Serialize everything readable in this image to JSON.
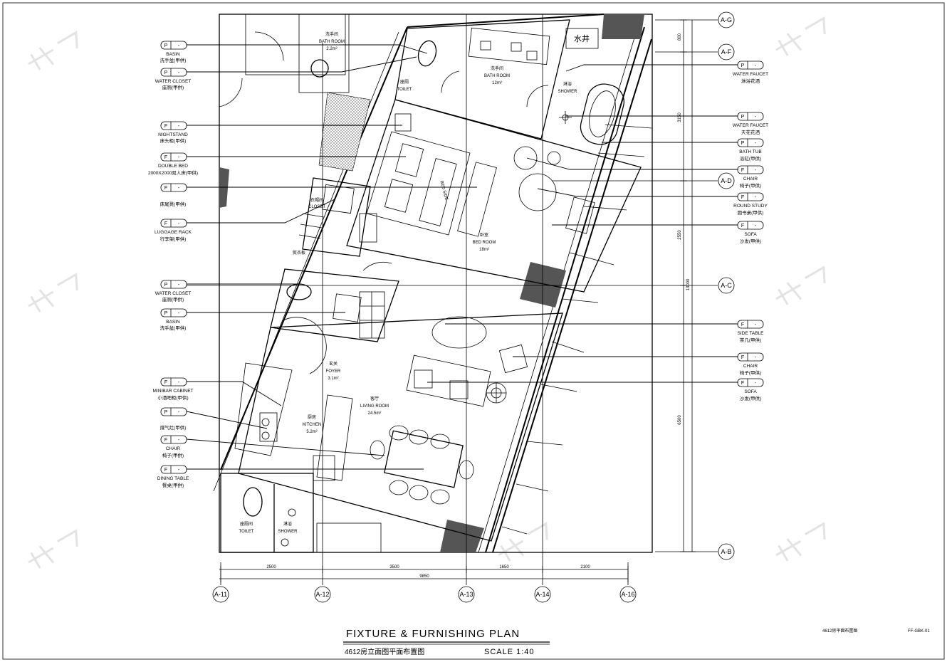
{
  "title": {
    "main": "FIXTURE  &  FURNISHING  PLAN",
    "sub": "4612房立面图平面布置图",
    "scale": "SCALE  1:40"
  },
  "sheet": {
    "name": "4612房平面布置图",
    "code": "FF-GBK-01"
  },
  "grid_right": [
    "A-G",
    "A-F",
    "A-D",
    "A-C",
    "A-B"
  ],
  "grid_bottom": [
    "A-11",
    "A-12",
    "A-13",
    "A-14",
    "A-16"
  ],
  "dims_bottom": [
    "2500",
    "3500",
    "1650",
    "2100"
  ],
  "dim_total_bottom": "9850",
  "dims_right": [
    "800",
    "3150",
    "2550",
    "6500"
  ],
  "dim_total_right": "13000",
  "tags_left": [
    {
      "code": "P",
      "num": "-",
      "en": "BASIN",
      "cn": "洗手盆(甲供)"
    },
    {
      "code": "P",
      "num": "-",
      "en": "WATER CLOSET",
      "cn": "座厕(甲供)"
    },
    {
      "code": "F",
      "num": "-",
      "en": "NIGHTSTAND",
      "cn": "床头柜(甲供)"
    },
    {
      "code": "F",
      "num": "-",
      "en": "DOUBLE BED",
      "cn": "2000X2000双人床(甲供)"
    },
    {
      "code": "F",
      "num": "-",
      "en": "",
      "cn": "床尾凳(甲供)"
    },
    {
      "code": "F",
      "num": "-",
      "en": "LUGGAGE RACK",
      "cn": "行李架(甲供)"
    },
    {
      "code": "P",
      "num": "-",
      "en": "WATER CLOSET",
      "cn": "座厕(甲供)"
    },
    {
      "code": "P",
      "num": "-",
      "en": "BASIN",
      "cn": "洗手盆(甲供)"
    },
    {
      "code": "F",
      "num": "-",
      "en": "MINIBAR CABINET",
      "cn": "小酒吧柜(甲供)"
    },
    {
      "code": "P",
      "num": "-",
      "en": "",
      "cn": "煤气灶(甲供)"
    },
    {
      "code": "F",
      "num": "-",
      "en": "CHAIR",
      "cn": "椅子(甲供)"
    },
    {
      "code": "F",
      "num": "-",
      "en": "DINING TABLE",
      "cn": "餐桌(甲供)"
    }
  ],
  "tags_right": [
    {
      "code": "P",
      "num": "-",
      "en": "WATER FAUCET",
      "cn": "淋浴花洒"
    },
    {
      "code": "P",
      "num": "-",
      "en": "WATER FAUCET",
      "cn": "天花花洒"
    },
    {
      "code": "P",
      "num": "-",
      "en": "BATH TUB",
      "cn": "浴缸(甲供)"
    },
    {
      "code": "F",
      "num": "-",
      "en": "CHAIR",
      "cn": "椅子(甲供)"
    },
    {
      "code": "F",
      "num": "-",
      "en": "ROUND STUDY",
      "cn": "圆书桌(甲供)"
    },
    {
      "code": "F",
      "num": "-",
      "en": "SOFA",
      "cn": "沙发(甲供)"
    },
    {
      "code": "F",
      "num": "-",
      "en": "SIDE TABLE",
      "cn": "茶几(甲供)"
    },
    {
      "code": "F",
      "num": "-",
      "en": "CHAIR",
      "cn": "椅子(甲供)"
    },
    {
      "code": "F",
      "num": "-",
      "en": "SOFA",
      "cn": "沙发(甲供)"
    }
  ],
  "rooms": [
    {
      "cn": "洗手间",
      "en": "BATH ROOM",
      "area": "2.2m²"
    },
    {
      "cn": "座厕",
      "en": "TOILET",
      "area": ""
    },
    {
      "cn": "洗手间",
      "en": "BATH ROOM",
      "area": "12m²"
    },
    {
      "cn": "淋浴",
      "en": "SHOWER",
      "area": ""
    },
    {
      "cn": "卧室",
      "en": "BED ROOM",
      "area": "18m²"
    },
    {
      "cn": "玄关",
      "en": "FOYER",
      "area": "3.1m²"
    },
    {
      "cn": "客厅",
      "en": "LIVING ROOM",
      "area": "24.5m²"
    },
    {
      "cn": "厨房",
      "en": "KITCHEN",
      "area": "5.2m²"
    },
    {
      "cn": "座厕间",
      "en": "TOILET",
      "area": ""
    },
    {
      "cn": "淋浴",
      "en": "SHOWER",
      "area": ""
    }
  ],
  "misc": {
    "shaft": "水井",
    "bed_label": "BED SIDE",
    "closet": "衣帽间",
    "closet_en": "CLOSET",
    "ironing": "熨衣板"
  }
}
